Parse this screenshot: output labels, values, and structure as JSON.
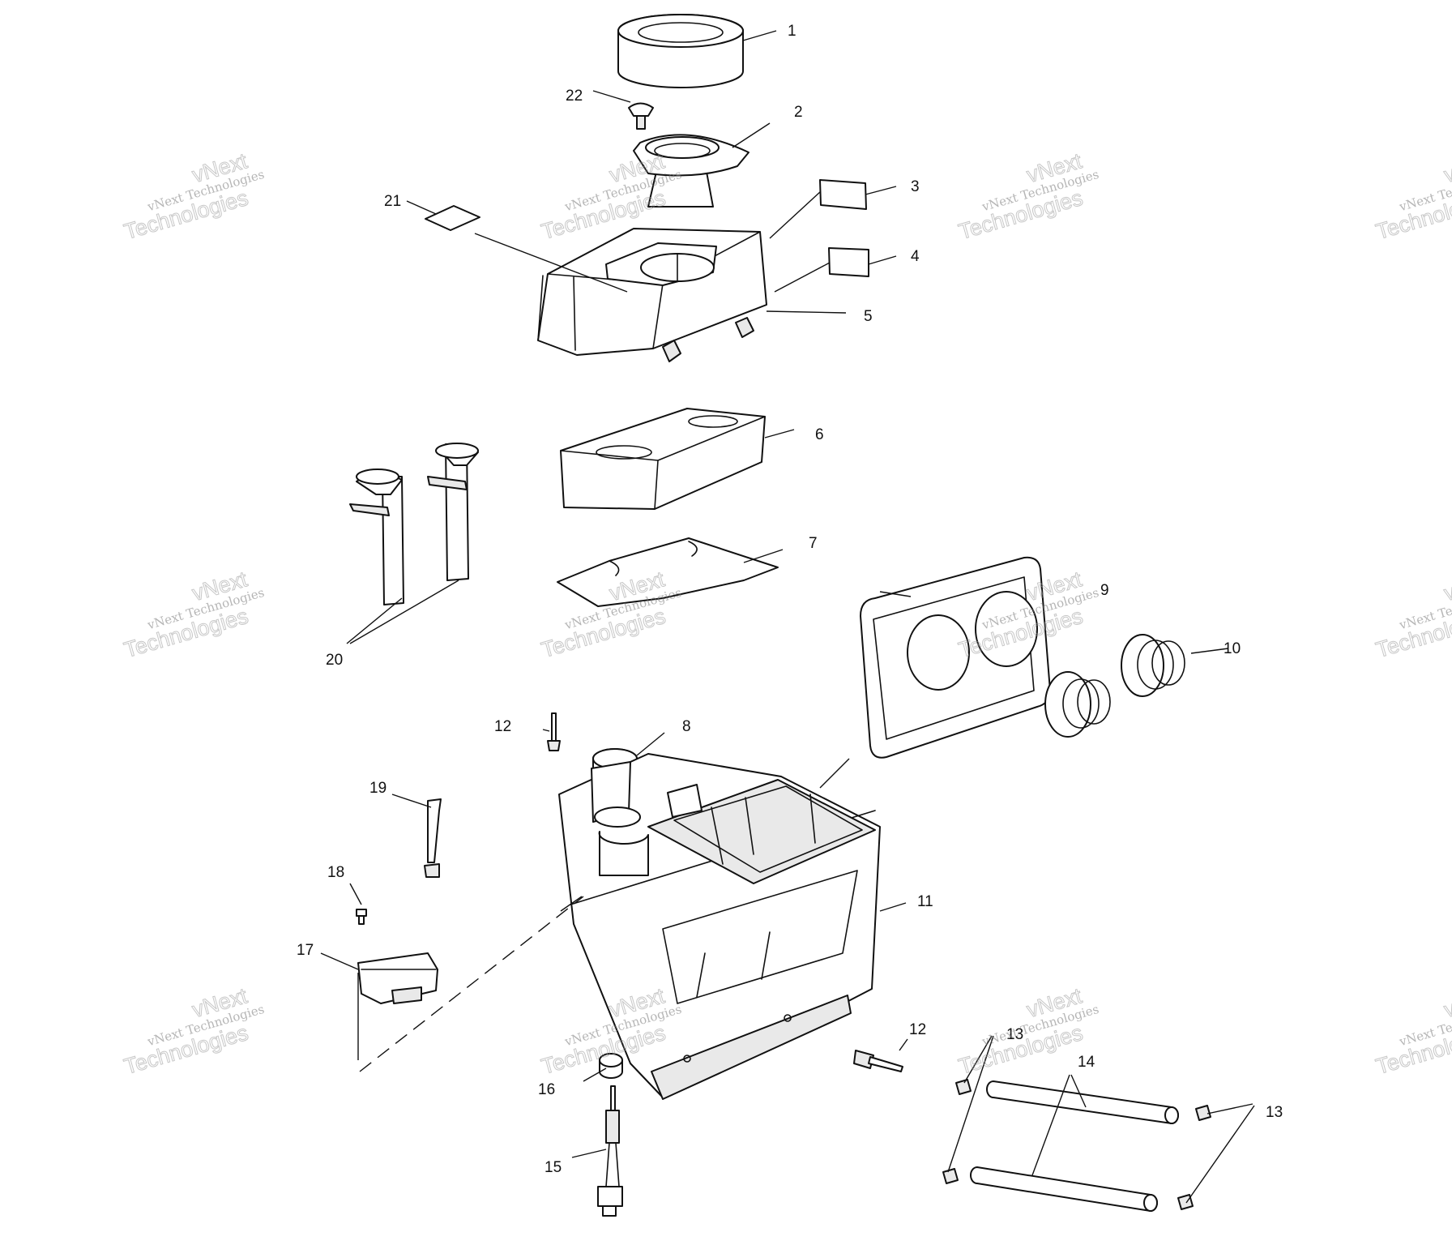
{
  "watermark": {
    "line_top": "vNext",
    "line_mid": "vNext Technologies",
    "line_big": "Technologies"
  },
  "callouts": {
    "c1": "1",
    "c2": "2",
    "c3": "3",
    "c4": "4",
    "c5": "5",
    "c6": "6",
    "c7": "7",
    "c8": "8",
    "c9": "9",
    "c10": "10",
    "c11": "11",
    "c12a": "12",
    "c12b": "12",
    "c13a": "13",
    "c13b": "13",
    "c14": "14",
    "c15": "15",
    "c16": "16",
    "c17": "17",
    "c18": "18",
    "c19": "19",
    "c20": "20",
    "c21": "21",
    "c22": "22"
  },
  "colors": {
    "line": "#111111",
    "watermark": "#8a8a8a",
    "background": "#ffffff"
  }
}
